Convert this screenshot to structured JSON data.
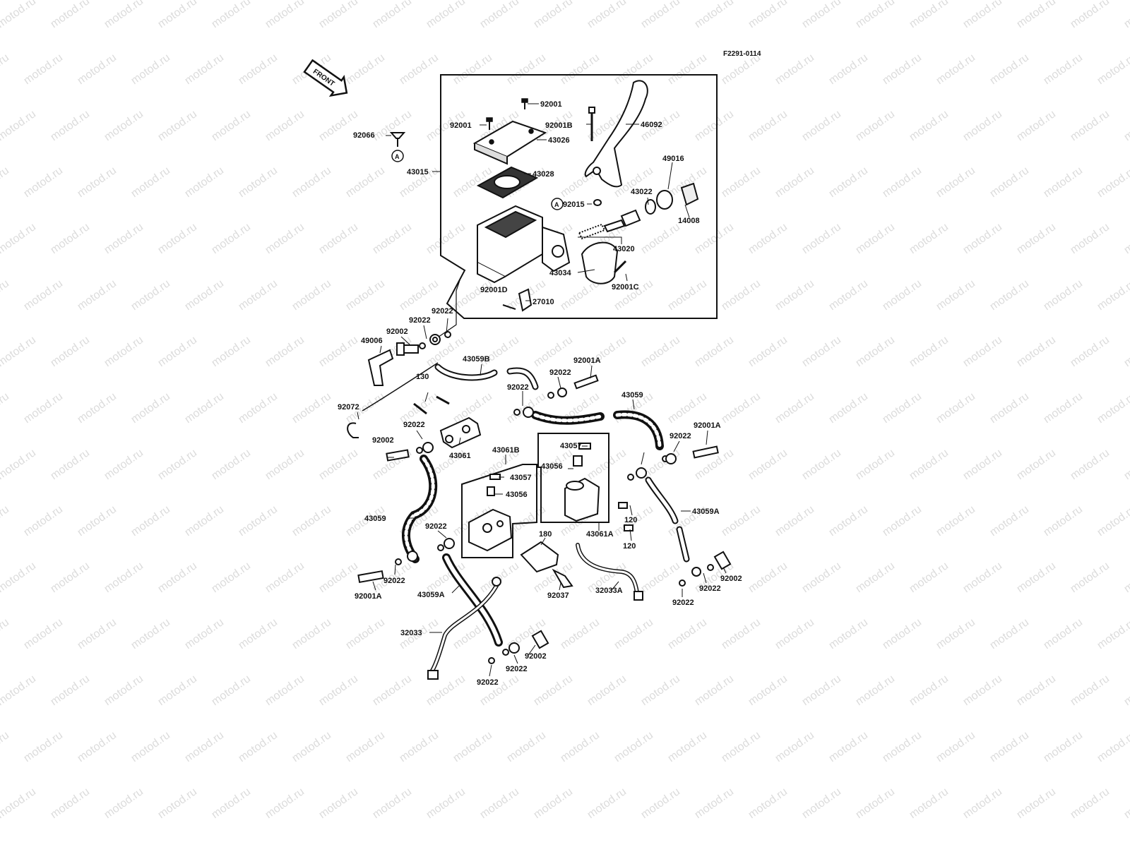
{
  "figure_code": "F2291-0114",
  "front_arrow_text": "FRONT",
  "ref_marker": "A",
  "watermark_text": "motod.ru",
  "labels": {
    "l92001_top": "92001",
    "l92001_cap": "92001",
    "l92001B": "92001B",
    "l46092": "46092",
    "l43026": "43026",
    "l92066": "92066",
    "l43015": "43015",
    "l43028": "43028",
    "l49016": "49016",
    "l43022": "43022",
    "l92015": "92015",
    "l14008": "14008",
    "l43020": "43020",
    "l43034": "43034",
    "l92001C": "92001C",
    "l92001D": "92001D",
    "l27010": "27010",
    "l92022_a": "92022",
    "l92022_b": "92022",
    "l92002_a": "92002",
    "l49006": "49006",
    "l43059B": "43059B",
    "l92001A_a": "92001A",
    "l92022_c": "92022",
    "l130": "130",
    "l92022_d": "92022",
    "l43059_top": "43059",
    "l92072": "92072",
    "l92022_e": "92022",
    "l92001A_b": "92001A",
    "l92022_f": "92022",
    "l92002_b": "92002",
    "l43057_a": "43057",
    "l43061": "43061",
    "l43061B": "43061B",
    "l43056_a": "43056",
    "l43057_b": "43057",
    "l43056_b": "43056",
    "l43059_left": "43059",
    "l120_a": "120",
    "l43059A_r": "43059A",
    "l92022_g": "92022",
    "l180": "180",
    "l43061A": "43061A",
    "l120_b": "120",
    "l92002_c": "92002",
    "l92001A_c": "92001A",
    "l92022_h": "92022",
    "l92022_i": "92022",
    "l43059A_l": "43059A",
    "l92037": "92037",
    "l32033A": "32033A",
    "l92022_j": "92022",
    "l32033": "32033",
    "l92002_d": "92002",
    "l92022_k": "92022",
    "l92022_l": "92022"
  }
}
